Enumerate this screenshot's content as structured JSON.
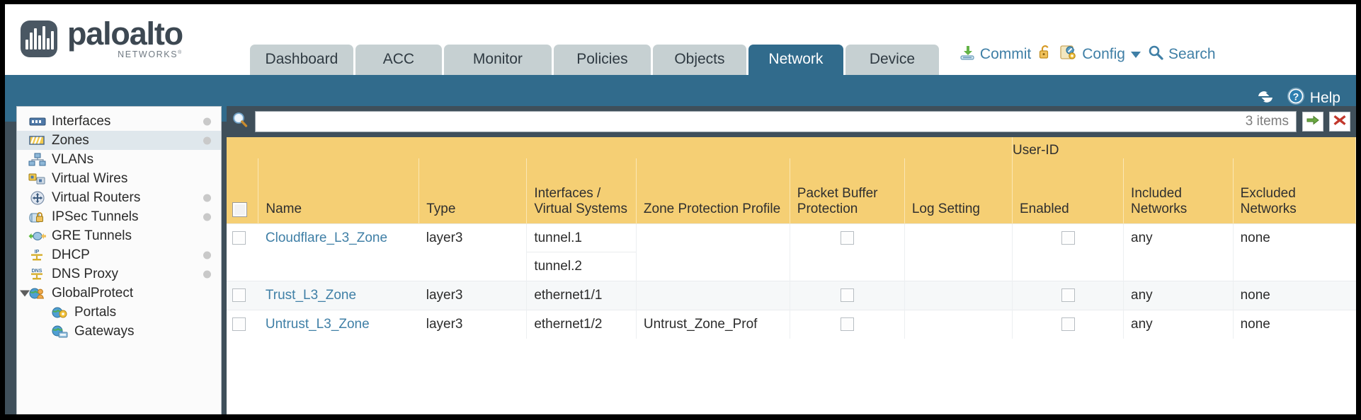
{
  "brand": {
    "name": "paloalto",
    "sub": "NETWORKS",
    "reg": "®"
  },
  "nav": {
    "tabs": [
      {
        "label": "Dashboard",
        "active": false
      },
      {
        "label": "ACC",
        "active": false
      },
      {
        "label": "Monitor",
        "active": false
      },
      {
        "label": "Policies",
        "active": false
      },
      {
        "label": "Objects",
        "active": false
      },
      {
        "label": "Network",
        "active": true
      },
      {
        "label": "Device",
        "active": false
      }
    ]
  },
  "top_actions": {
    "commit": "Commit",
    "config": "Config",
    "search": "Search",
    "lock_icon": "padlock-unlocked-icon",
    "commit_icon": "commit-icon",
    "config_icon": "config-wrench-icon",
    "search_icon": "search-icon",
    "caret": "chevron-down-icon"
  },
  "band": {
    "refresh_icon": "refresh-icon",
    "help_icon": "help-question-icon",
    "help_label": "Help"
  },
  "sidebar": {
    "items": [
      {
        "label": "Interfaces",
        "icon": "interfaces-icon",
        "selected": false,
        "dot": true,
        "child": false,
        "expander": false
      },
      {
        "label": "Zones",
        "icon": "zones-icon",
        "selected": true,
        "dot": true,
        "child": false,
        "expander": false
      },
      {
        "label": "VLANs",
        "icon": "vlans-icon",
        "selected": false,
        "dot": false,
        "child": false,
        "expander": false
      },
      {
        "label": "Virtual Wires",
        "icon": "virtual-wires-icon",
        "selected": false,
        "dot": false,
        "child": false,
        "expander": false
      },
      {
        "label": "Virtual Routers",
        "icon": "virtual-routers-icon",
        "selected": false,
        "dot": true,
        "child": false,
        "expander": false
      },
      {
        "label": "IPSec Tunnels",
        "icon": "ipsec-tunnels-icon",
        "selected": false,
        "dot": true,
        "child": false,
        "expander": false
      },
      {
        "label": "GRE Tunnels",
        "icon": "gre-tunnels-icon",
        "selected": false,
        "dot": false,
        "child": false,
        "expander": false
      },
      {
        "label": "DHCP",
        "icon": "dhcp-icon",
        "selected": false,
        "dot": true,
        "child": false,
        "expander": false
      },
      {
        "label": "DNS Proxy",
        "icon": "dns-proxy-icon",
        "selected": false,
        "dot": true,
        "child": false,
        "expander": false
      },
      {
        "label": "GlobalProtect",
        "icon": "globalprotect-icon",
        "selected": false,
        "dot": false,
        "child": false,
        "expander": true
      },
      {
        "label": "Portals",
        "icon": "portals-icon",
        "selected": false,
        "dot": false,
        "child": true,
        "expander": false
      },
      {
        "label": "Gateways",
        "icon": "gateways-icon",
        "selected": false,
        "dot": false,
        "child": true,
        "expander": false
      }
    ]
  },
  "search": {
    "icon": "search-magnifier-icon",
    "value": "",
    "placeholder": "",
    "items_count": "3 items",
    "apply_icon": "apply-arrow-icon",
    "clear_icon": "clear-x-icon"
  },
  "table": {
    "group_header": "User-ID",
    "columns": [
      "Name",
      "Type",
      "Interfaces / Virtual Systems",
      "Zone Protection Profile",
      "Packet Buffer Protection",
      "Log Setting",
      "Enabled",
      "Included Networks",
      "Excluded Networks"
    ],
    "rows": [
      {
        "name": "Cloudflare_L3_Zone",
        "type": "layer3",
        "interfaces": [
          "tunnel.1",
          "tunnel.2"
        ],
        "zone_protection_profile": "",
        "packet_buffer_protection": false,
        "log_setting": "",
        "user_id_enabled": false,
        "included_networks": "any",
        "excluded_networks": "none"
      },
      {
        "name": "Trust_L3_Zone",
        "type": "layer3",
        "interfaces": [
          "ethernet1/1"
        ],
        "zone_protection_profile": "",
        "packet_buffer_protection": false,
        "log_setting": "",
        "user_id_enabled": false,
        "included_networks": "any",
        "excluded_networks": "none"
      },
      {
        "name": "Untrust_L3_Zone",
        "type": "layer3",
        "interfaces": [
          "ethernet1/2"
        ],
        "zone_protection_profile": "Untrust_Zone_Prof",
        "packet_buffer_protection": false,
        "log_setting": "",
        "user_id_enabled": false,
        "included_networks": "any",
        "excluded_networks": "none"
      }
    ]
  },
  "colors": {
    "brand_blue": "#316b8c",
    "table_header": "#f5cf74",
    "group_header": "#dbae4b",
    "link": "#3f7fa6",
    "body_dark": "#3f4f5a"
  }
}
